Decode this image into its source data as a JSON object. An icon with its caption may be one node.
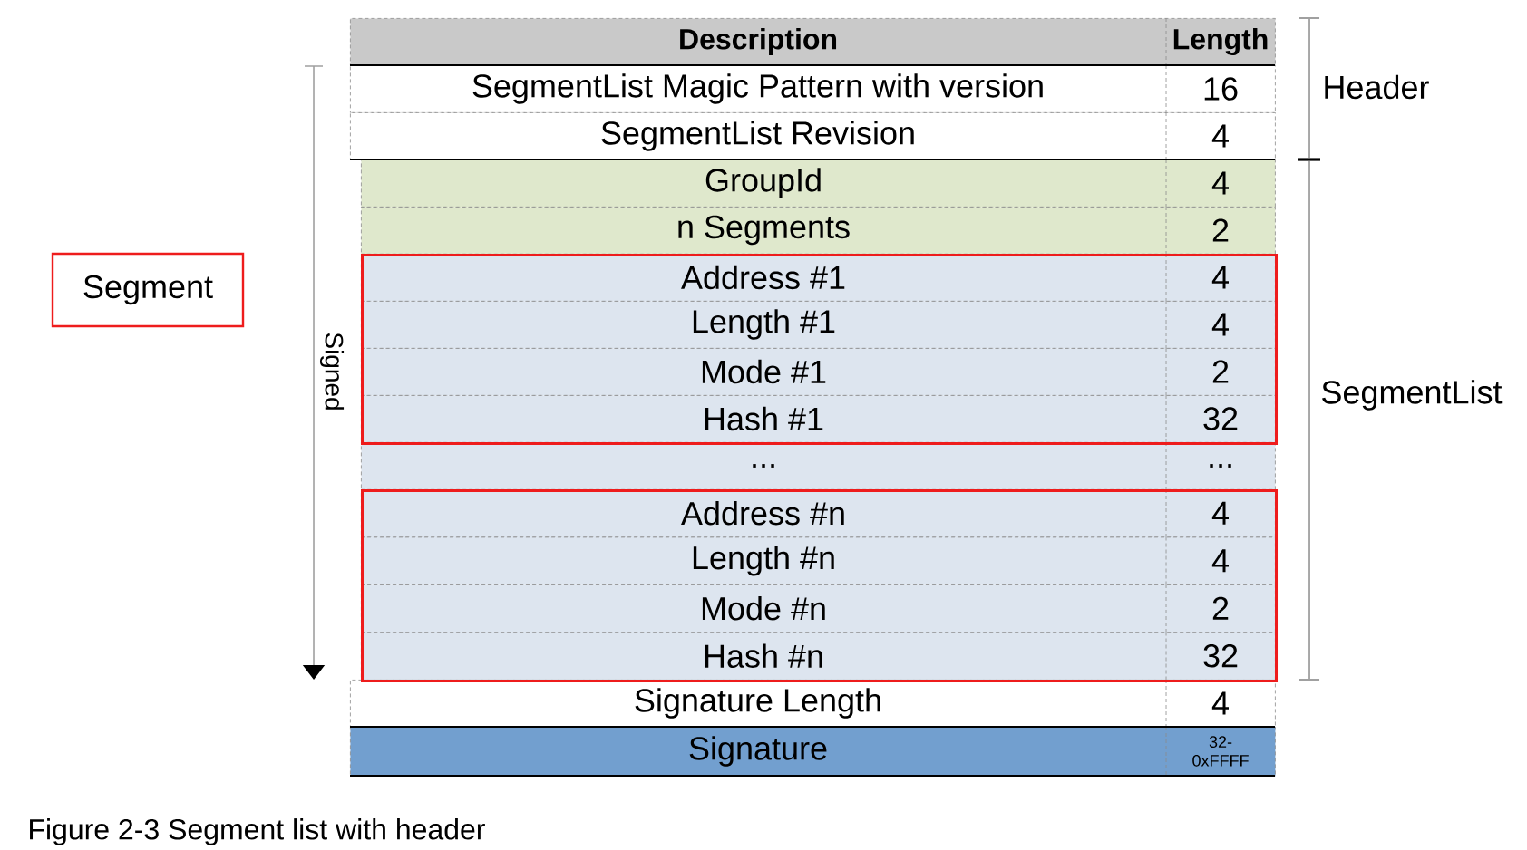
{
  "diagram": {
    "caption": "Figure 2-3 Segment list with header",
    "nodes": [
      {
        "text": [
          "Description",
          "Length"
        ]
      },
      {
        "text": [
          "SegmentList Magic Pattern with version",
          "16"
        ]
      },
      {
        "text": [
          "SegmentList Revision",
          "4"
        ]
      },
      {
        "text": [
          "GroupId",
          "4"
        ]
      },
      {
        "text": [
          "n Segments",
          "2"
        ]
      },
      {
        "text": [],
        "shape": "box"
      },
      {
        "text": [
          "Address #1",
          "4"
        ],
        "in": 5
      },
      {
        "text": [
          "Length #1",
          "4"
        ],
        "in": 5
      },
      {
        "text": [
          "Mode #1",
          "2"
        ],
        "in": 5
      },
      {
        "text": [
          "Hash #1",
          "32"
        ],
        "in": 5
      },
      {
        "text": [
          "...",
          "..."
        ]
      },
      {
        "text": [],
        "shape": "box"
      },
      {
        "text": [
          "Address #n",
          "4"
        ],
        "in": 11
      },
      {
        "text": [
          "Length #n",
          "4"
        ],
        "in": 11
      },
      {
        "text": [
          "Mode #n",
          "2"
        ],
        "in": 11
      },
      {
        "text": [
          "Hash #n",
          "32"
        ],
        "in": 11
      },
      {
        "text": [
          "Signature Length",
          "4"
        ]
      },
      {
        "text": [
          "Signature",
          "32- 0xFFFF"
        ]
      },
      {
        "text": [
          "Segment"
        ]
      }
    ],
    "labels": [
      "Header",
      "Signed",
      "SegmentList"
    ]
  }
}
